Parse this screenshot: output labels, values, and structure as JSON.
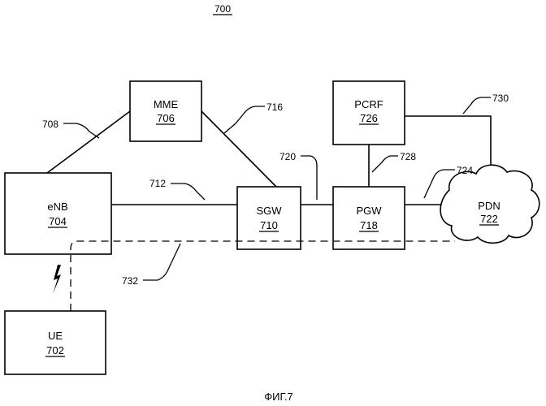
{
  "figure": {
    "number": "700",
    "caption": "ФИГ.7"
  },
  "nodes": {
    "mme": {
      "name": "MME",
      "ref": "706"
    },
    "enb": {
      "name": "eNB",
      "ref": "704"
    },
    "sgw": {
      "name": "SGW",
      "ref": "710"
    },
    "pgw": {
      "name": "PGW",
      "ref": "718"
    },
    "pcrf": {
      "name": "PCRF",
      "ref": "726"
    },
    "pdn": {
      "name": "PDN",
      "ref": "722"
    },
    "ue": {
      "name": "UE",
      "ref": "702"
    }
  },
  "links": {
    "enb_mme": "708",
    "enb_sgw": "712",
    "mme_sgw": "716",
    "sgw_pgw": "720",
    "pgw_pdn": "724",
    "pcrf_pgw": "728",
    "pcrf_pdn": "730",
    "ue_path": "732"
  }
}
